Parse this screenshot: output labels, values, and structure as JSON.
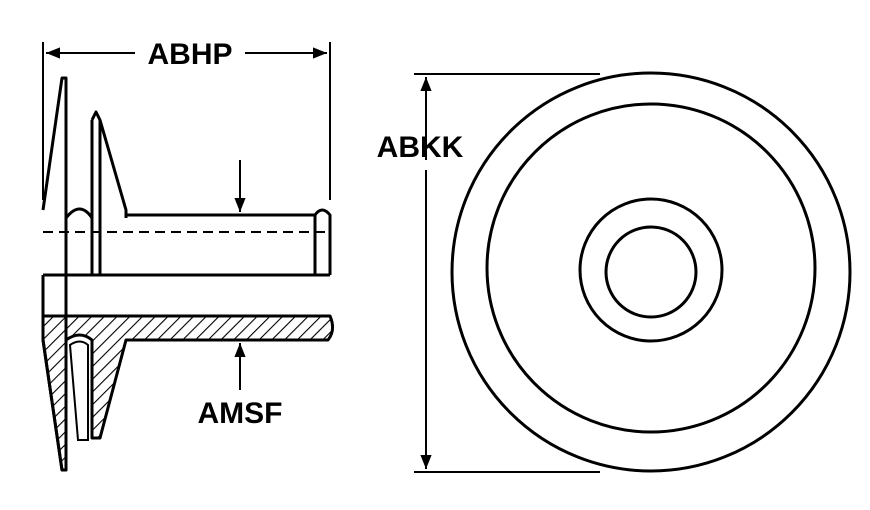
{
  "labels": {
    "abhp": "ABHP",
    "abkk": "ABKK",
    "amsf": "AMSF"
  },
  "colors": {
    "line": "#000000",
    "background": "#ffffff"
  }
}
